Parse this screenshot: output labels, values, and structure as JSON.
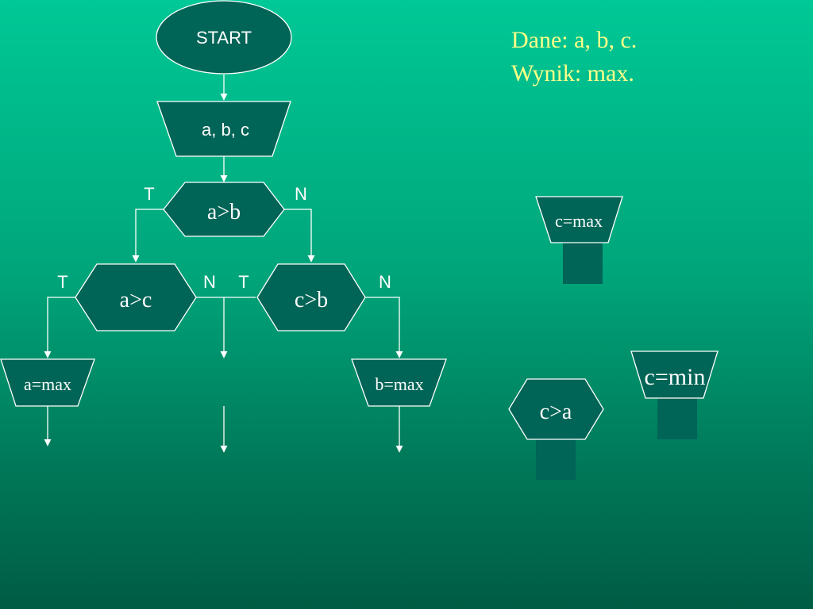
{
  "slide": {
    "given_text": "Dane: a, b, c.",
    "result_text": "Wynik: max."
  },
  "flowchart": {
    "start": "START",
    "input": "a, b, c",
    "decisions": {
      "a_gt_b": "a>b",
      "a_gt_c": "a>c",
      "c_gt_b": "c>b"
    },
    "branch_labels": {
      "true": "T",
      "false": "N"
    },
    "outputs": {
      "a_max": "a=max",
      "b_max": "b=max"
    }
  },
  "palette": {
    "c_max": "c=max",
    "c_min": "c=min",
    "c_gt_a": "c>a"
  },
  "colors": {
    "background_top": "#00c896",
    "background_bottom": "#005c44",
    "shape_fill": "#006456",
    "note_text": "#ffff88"
  }
}
